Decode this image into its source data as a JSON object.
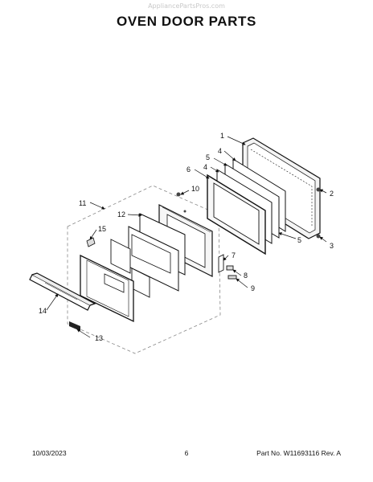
{
  "watermark": "AppliancePartsPros.com",
  "title": "OVEN DOOR PARTS",
  "footer": {
    "date": "10/03/2023",
    "page": "6",
    "part_number": "Part No. W11693116 Rev. A"
  },
  "callouts": [
    "1",
    "2",
    "3",
    "4",
    "4",
    "5",
    "5",
    "6",
    "7",
    "8",
    "9",
    "10",
    "11",
    "12",
    "13",
    "14",
    "15"
  ]
}
